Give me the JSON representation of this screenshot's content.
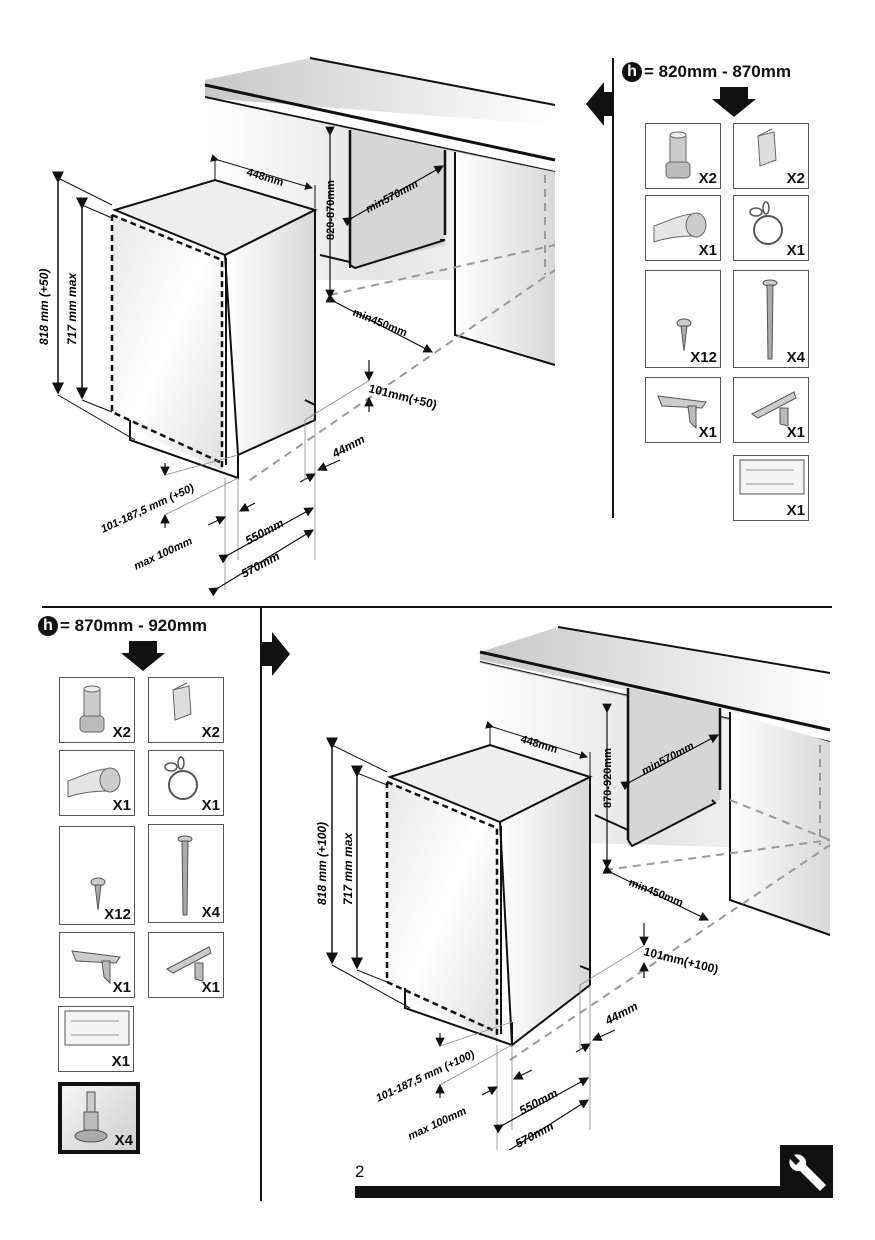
{
  "page": {
    "number": "2"
  },
  "section_a": {
    "height_label": "= 820mm - 870mm",
    "h_symbol": "h",
    "parts": [
      {
        "name": "foot-sleeve",
        "qty": "X2"
      },
      {
        "name": "adhesive-strip",
        "qty": "X2"
      },
      {
        "name": "protective-foil-roll",
        "qty": "X1"
      },
      {
        "name": "hose-clamp",
        "qty": "X1"
      },
      {
        "name": "short-screw",
        "qty": "X12"
      },
      {
        "name": "long-screw",
        "qty": "X4"
      },
      {
        "name": "mounting-bracket-left",
        "qty": "X1"
      },
      {
        "name": "mounting-bracket-right",
        "qty": "X1"
      },
      {
        "name": "mounting-template",
        "qty": "X1"
      }
    ],
    "dimensions": {
      "width": "448mm",
      "niche_height": "820-870mm",
      "niche_depth": "min570mm",
      "niche_width": "min450mm",
      "total_height": "818 mm (+50)",
      "door_height": "717 mm max",
      "plinth_height": "101mm(+50)",
      "plinth_offset": "44mm",
      "plinth_range": "101-187,5 mm (+50)",
      "max_gap": "max 100mm",
      "depth_550": "550mm",
      "depth_570": "570mm"
    }
  },
  "section_b": {
    "height_label": "= 870mm - 920mm",
    "h_symbol": "h",
    "parts": [
      {
        "name": "foot-sleeve",
        "qty": "X2"
      },
      {
        "name": "adhesive-strip",
        "qty": "X2"
      },
      {
        "name": "protective-foil-roll",
        "qty": "X1"
      },
      {
        "name": "hose-clamp",
        "qty": "X1"
      },
      {
        "name": "short-screw",
        "qty": "X12"
      },
      {
        "name": "long-screw",
        "qty": "X4"
      },
      {
        "name": "mounting-bracket-left",
        "qty": "X1"
      },
      {
        "name": "mounting-bracket-right",
        "qty": "X1"
      },
      {
        "name": "mounting-template",
        "qty": "X1"
      },
      {
        "name": "extension-foot",
        "qty": "X4"
      }
    ],
    "dimensions": {
      "width": "448mm",
      "niche_height": "870-920mm",
      "niche_depth": "min570mm",
      "niche_width": "min450mm",
      "total_height": "818 mm (+100)",
      "door_height": "717 mm max",
      "plinth_height": "101mm(+100)",
      "plinth_offset": "44mm",
      "plinth_range": "101-187,5 mm (+100)",
      "max_gap": "max 100mm",
      "depth_550": "550mm",
      "depth_570": "570mm"
    }
  },
  "icons": {
    "footer": "wrench-icon",
    "h_badge": "height-h-icon"
  }
}
